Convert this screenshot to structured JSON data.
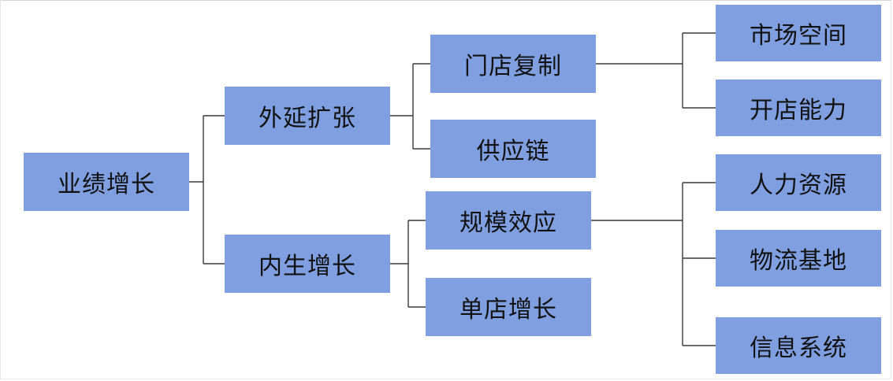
{
  "diagram": {
    "root": "业绩增长",
    "branches": {
      "external": {
        "label": "外延扩张",
        "children": {
          "store_replication": "门店复制",
          "supply_chain": "供应链"
        },
        "store_replication_factors": [
          "市场空间",
          "开店能力"
        ]
      },
      "internal": {
        "label": "内生增长",
        "children": {
          "scale_effect": "规模效应",
          "single_store_growth": "单店增长"
        },
        "scale_effect_factors": [
          "人力资源",
          "物流基地",
          "信息系统"
        ]
      }
    },
    "colors": {
      "node_fill": "#7f9fe0",
      "connector": "#3a3a3a",
      "text": "#111111"
    }
  }
}
